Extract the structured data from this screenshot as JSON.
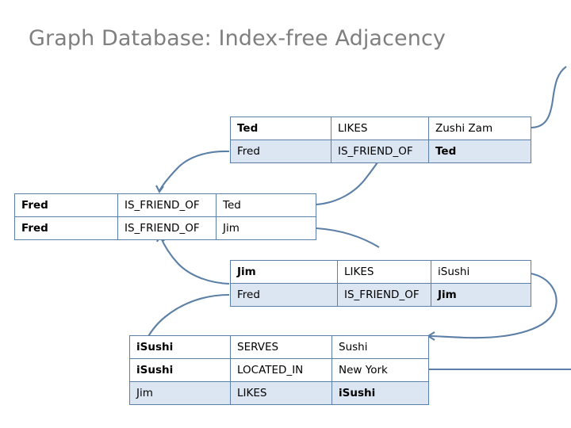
{
  "slide": {
    "title": "Graph Database: Index-free Adjacency",
    "title_color": "#7f7f7f",
    "background_color": "#ffffff"
  },
  "style": {
    "border_color": "#5b7fa6",
    "row_shade_color": "#dce6f2",
    "connector_color": "#5b7fa6",
    "text_color": "#000000"
  },
  "tables": [
    {
      "id": "table-ted-likes",
      "rows": [
        {
          "shaded": false,
          "cells": [
            {
              "text": "Ted",
              "bold": true
            },
            {
              "text": "LIKES",
              "bold": false
            },
            {
              "text": "Zushi Zam",
              "bold": false
            }
          ]
        },
        {
          "shaded": true,
          "cells": [
            {
              "text": "Fred",
              "bold": false
            },
            {
              "text": "IS_FRIEND_OF",
              "bold": false
            },
            {
              "text": "Ted",
              "bold": true
            }
          ]
        }
      ]
    },
    {
      "id": "table-fred-friends",
      "rows": [
        {
          "shaded": false,
          "cells": [
            {
              "text": "Fred",
              "bold": true
            },
            {
              "text": "IS_FRIEND_OF",
              "bold": false
            },
            {
              "text": "Ted",
              "bold": false
            }
          ]
        },
        {
          "shaded": false,
          "cells": [
            {
              "text": "Fred",
              "bold": true
            },
            {
              "text": "IS_FRIEND_OF",
              "bold": false
            },
            {
              "text": "Jim",
              "bold": false
            }
          ]
        }
      ]
    },
    {
      "id": "table-jim-likes",
      "rows": [
        {
          "shaded": false,
          "cells": [
            {
              "text": "Jim",
              "bold": true
            },
            {
              "text": "LIKES",
              "bold": false
            },
            {
              "text": "iSushi",
              "bold": false
            }
          ]
        },
        {
          "shaded": true,
          "cells": [
            {
              "text": "Fred",
              "bold": false
            },
            {
              "text": "IS_FRIEND_OF",
              "bold": false
            },
            {
              "text": "Jim",
              "bold": true
            }
          ]
        }
      ]
    },
    {
      "id": "table-isushi",
      "rows": [
        {
          "shaded": false,
          "cells": [
            {
              "text": "iSushi",
              "bold": true
            },
            {
              "text": "SERVES",
              "bold": false
            },
            {
              "text": "Sushi",
              "bold": false
            }
          ]
        },
        {
          "shaded": false,
          "cells": [
            {
              "text": "iSushi",
              "bold": true
            },
            {
              "text": "LOCATED_IN",
              "bold": false
            },
            {
              "text": "New York",
              "bold": false
            }
          ]
        },
        {
          "shaded": true,
          "cells": [
            {
              "text": "Jim",
              "bold": false
            },
            {
              "text": "LIKES",
              "bold": false
            },
            {
              "text": "iSushi",
              "bold": true
            }
          ]
        }
      ]
    }
  ]
}
